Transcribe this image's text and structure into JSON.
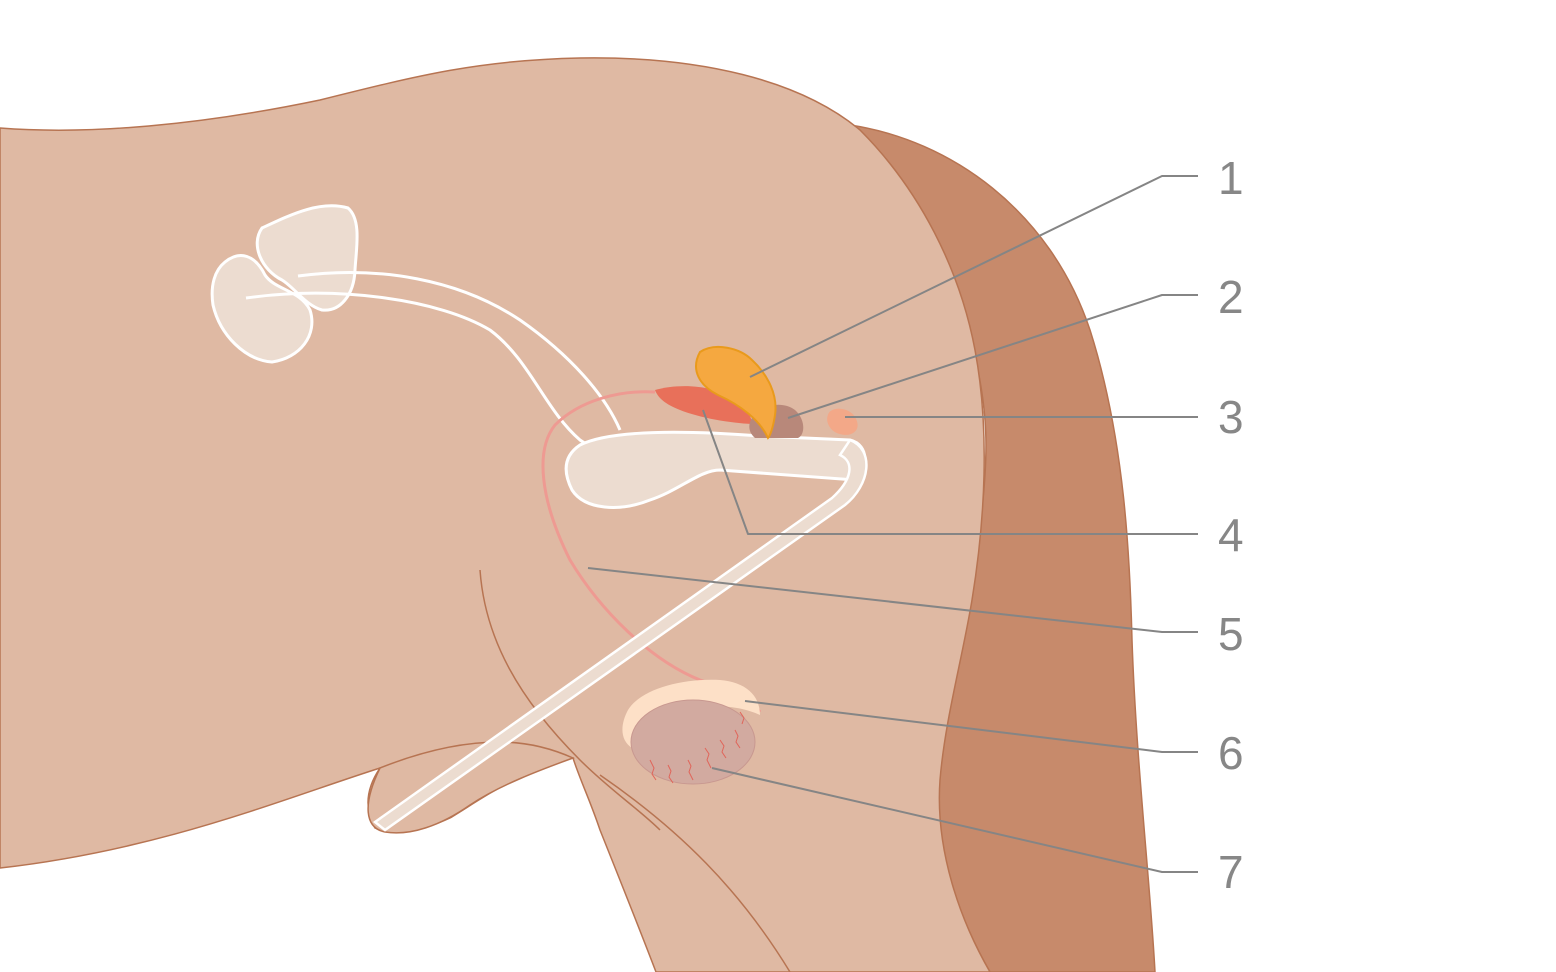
{
  "diagram": {
    "type": "anatomical-sagittal-section",
    "subject": "male pelvis / reproductive system (lateral view)",
    "colors": {
      "background": "#ffffff",
      "body_skin": "#dfb9a3",
      "body_outline": "#b77452",
      "back_layer": "#c78a6b",
      "organ_pale": "#ecdcd0",
      "organ_outline": "#ffffff",
      "label_1_organ": "#f5a840",
      "label_1_outline": "#e99a1c",
      "label_2_organ": "#b8887a",
      "label_3_organ": "#f3a888",
      "label_4_organ": "#e8705a",
      "label_5_duct": "#ee9a92",
      "label_6_organ": "#fde0c7",
      "label_7_organ": "#d2aaa0",
      "vessel_red": "#e0655a",
      "leader_line": "#858585",
      "label_text": "#878787"
    },
    "labels": [
      {
        "id": "1",
        "text": "1"
      },
      {
        "id": "2",
        "text": "2"
      },
      {
        "id": "3",
        "text": "3"
      },
      {
        "id": "4",
        "text": "4"
      },
      {
        "id": "5",
        "text": "5"
      },
      {
        "id": "6",
        "text": "6"
      },
      {
        "id": "7",
        "text": "7"
      }
    ]
  }
}
